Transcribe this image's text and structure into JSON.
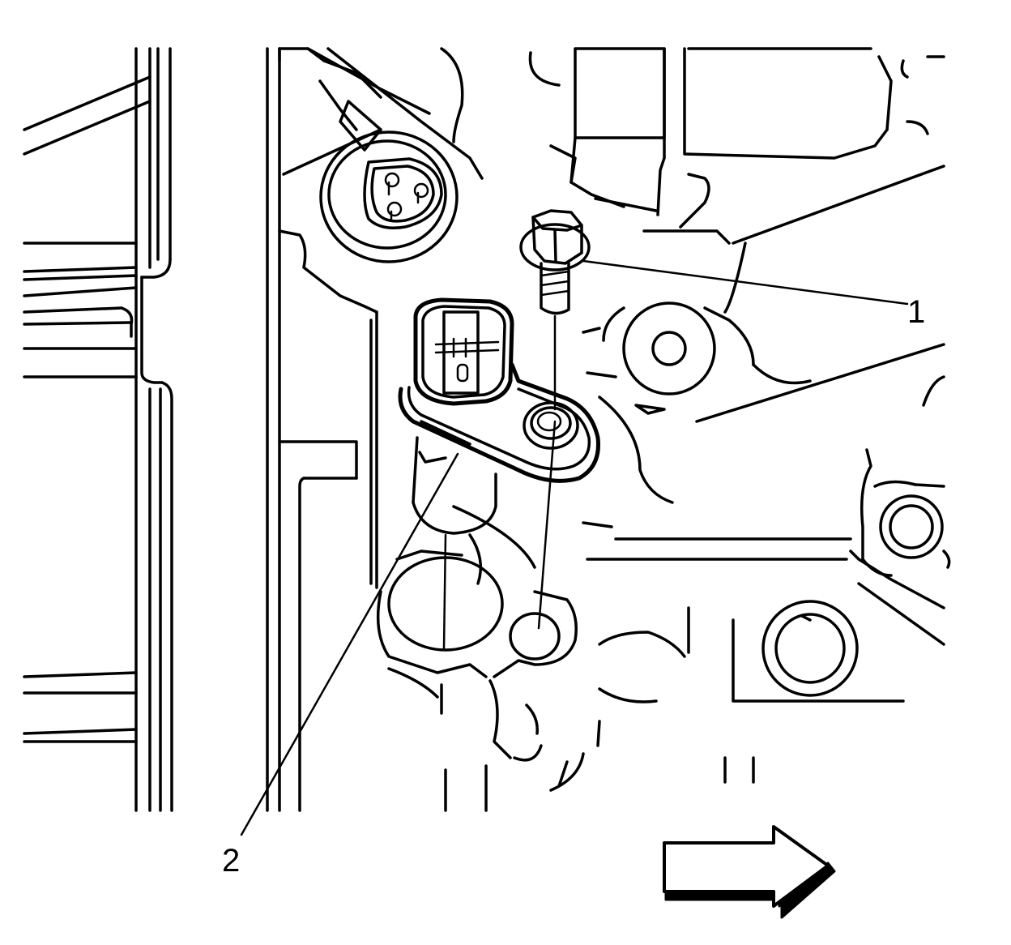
{
  "diagram": {
    "callouts": [
      {
        "id": "1",
        "label": "1",
        "part": "bolt"
      },
      {
        "id": "2",
        "label": "2",
        "part": "sensor"
      }
    ],
    "direction_arrow": "arrow-right-icon"
  }
}
